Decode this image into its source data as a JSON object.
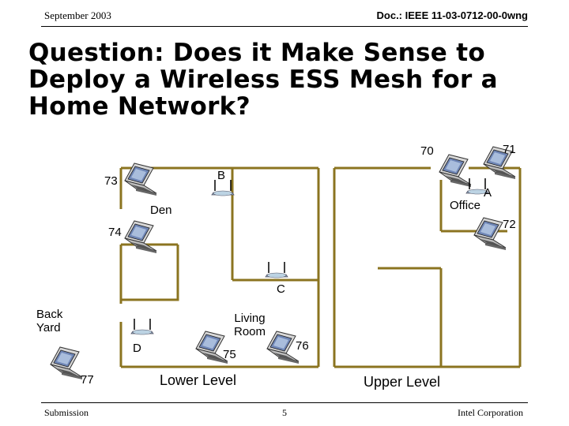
{
  "header": {
    "date": "September 2003",
    "doc_id": "Doc.: IEEE 11-03-0712-00-0wng"
  },
  "title": "Question: Does it Make Sense to Deploy a Wireless ESS Mesh for a Home Network?",
  "stations": {
    "s70": "70",
    "s71": "71",
    "s72": "72",
    "s73": "73",
    "s74": "74",
    "s75": "75",
    "s76": "76",
    "s77": "77"
  },
  "access_points": {
    "a": "A",
    "b": "B",
    "c": "C",
    "d": "D"
  },
  "rooms": {
    "den": "Den",
    "office": "Office",
    "back_yard": "Back Yard",
    "living_room": "Living Room"
  },
  "levels": {
    "lower": "Lower Level",
    "upper": "Upper Level"
  },
  "footer": {
    "left": "Submission",
    "page": "5",
    "right": "Intel Corporation"
  },
  "colors": {
    "wall": "#8B7420"
  }
}
